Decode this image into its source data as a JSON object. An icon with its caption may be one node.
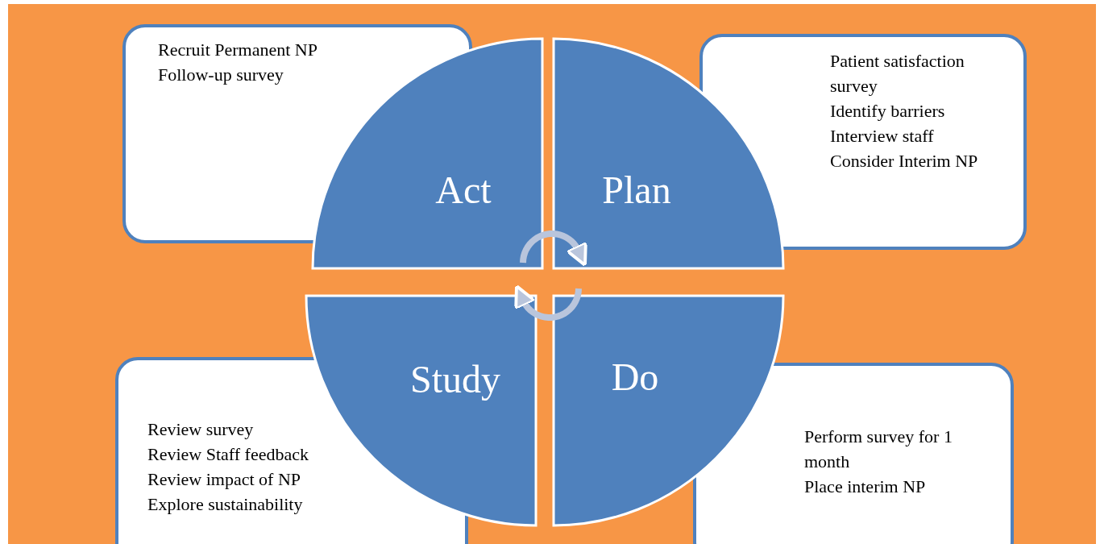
{
  "diagram": {
    "nodes": [
      {
        "text": [
          "Recruit Permanent NP",
          "Follow-up survey"
        ]
      },
      {
        "text": [
          "Patient satisfaction survey",
          "Identify barriers",
          "Interview staff",
          "Consider Interim NP"
        ]
      },
      {
        "text": [
          "Act"
        ]
      },
      {
        "text": [
          "Plan"
        ]
      },
      {
        "text": [
          "Study"
        ]
      },
      {
        "text": [
          "Do"
        ]
      },
      {
        "text": [
          "Review survey",
          "Review Staff feedback",
          "Review impact of NP",
          "Explore sustainability"
        ]
      },
      {
        "text": [
          "Perform survey for 1 month",
          "Place interim NP"
        ]
      }
    ],
    "edges": [
      {
        "from": 2,
        "to": 3,
        "arrow": "to"
      },
      {
        "from": 5,
        "to": 4,
        "arrow": "to"
      }
    ]
  }
}
